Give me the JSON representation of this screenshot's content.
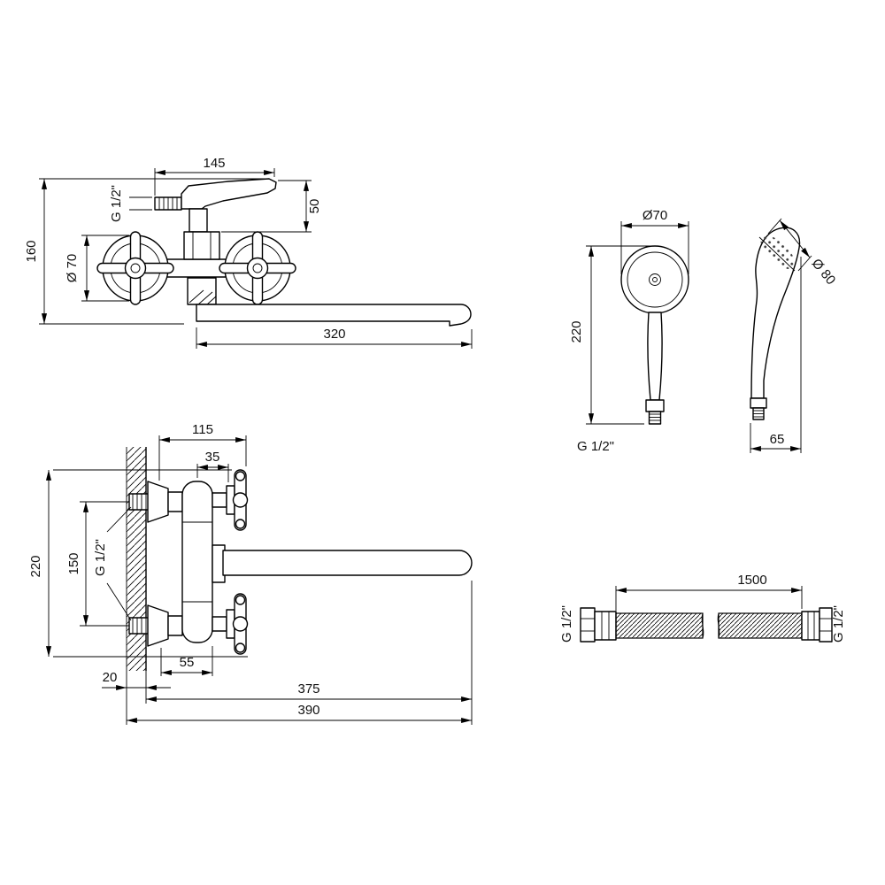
{
  "meta": {
    "background": "#ffffff",
    "line_color": "#000000",
    "text_color": "#111111",
    "drawing_type": "faucet-with-shower-set-dimensional-drawing"
  },
  "views": {
    "faucet_front": {
      "dims": {
        "w145": "145",
        "g12": "G 1/2\"",
        "h50": "50",
        "h160": "160",
        "d70": "Ø 70",
        "l320": "320"
      }
    },
    "handshower": {
      "dims": {
        "d70": "Ø70",
        "l220": "220",
        "g12": "G 1/2\"",
        "d80": "Ø 80",
        "o65": "65"
      }
    },
    "faucet_side": {
      "dims": {
        "d115": "115",
        "d35": "35",
        "h220": "220",
        "c150": "150",
        "g12": "G 1/2\"",
        "w20": "20",
        "d55": "55",
        "r375": "375",
        "r390": "390"
      }
    },
    "hose": {
      "dims": {
        "l1500": "1500",
        "g12_left": "G 1/2\"",
        "g12_right": "G 1/2\""
      }
    }
  }
}
